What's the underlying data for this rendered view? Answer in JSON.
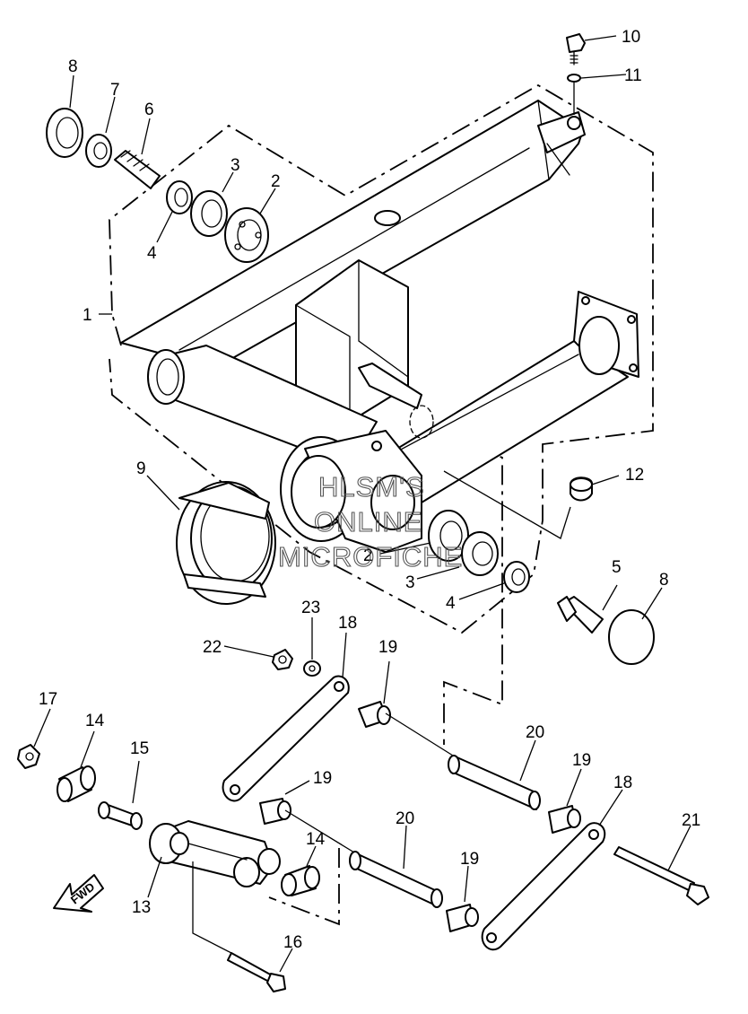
{
  "callouts": [
    "1",
    "2",
    "3",
    "4",
    "5",
    "6",
    "7",
    "8",
    "9",
    "10",
    "11",
    "12",
    "13",
    "14",
    "15",
    "16",
    "17",
    "18",
    "19",
    "20",
    "21",
    "22",
    "23"
  ],
  "watermark": {
    "line1": "HLSM'S",
    "line2": "ONLINE",
    "line3": "MICROFICHE"
  },
  "direction_marker": {
    "label": "FWD",
    "icon": "arrow-forward-icon"
  },
  "colors": {
    "ink": "#000000",
    "paper": "#ffffff",
    "watermark": "#555555"
  }
}
